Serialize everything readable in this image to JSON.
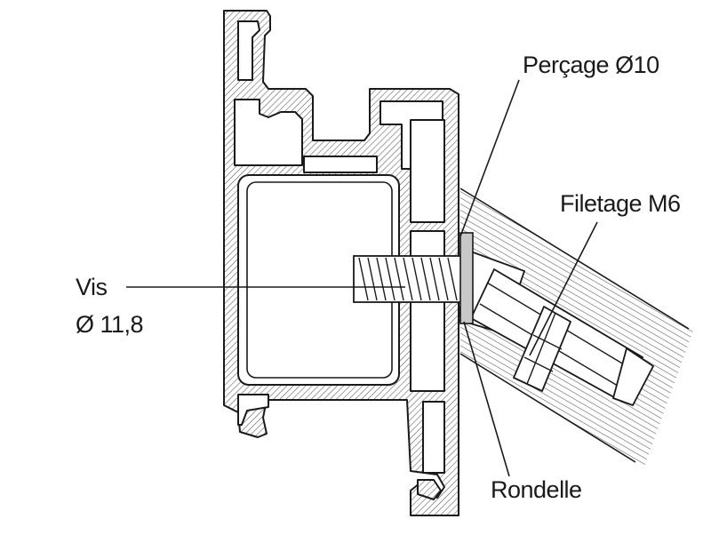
{
  "labels": {
    "percage": "Perçage Ø10",
    "filetage": "Filetage M6",
    "vis_line1": "Vis",
    "vis_line2": "Ø 11,8",
    "rondelle": "Rondelle"
  },
  "colors": {
    "ink": "#1a1a1a",
    "hatch": "#555555",
    "washer": "#c8c8c8",
    "background": "#ffffff"
  }
}
